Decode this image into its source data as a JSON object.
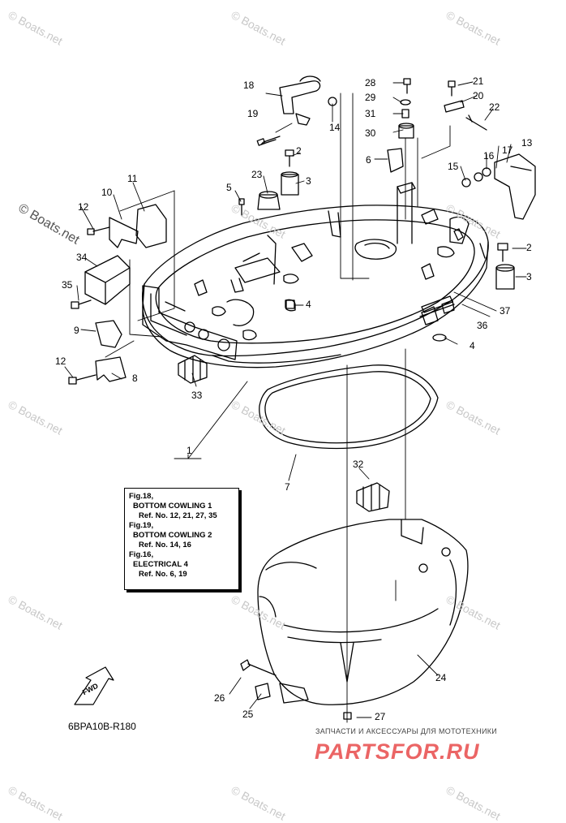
{
  "watermark": "© Boats.net",
  "diagram_code": "6BPA10B-R180",
  "fwd_label": "FWD",
  "shop": {
    "subtitle": "ЗАПЧАСТИ И АКСЕССУАРЫ ДЛЯ МОТОТЕХНИКИ",
    "logo": "PARTSFOR.RU"
  },
  "legend_lines": [
    "Fig.18,",
    "BOTTOM COWLING 1",
    "Ref. No. 12, 21, 27, 35",
    "Fig.19,",
    "BOTTOM COWLING 2",
    "Ref. No. 14, 16",
    "Fig.16,",
    "ELECTRICAL 4",
    "Ref. No. 6, 19"
  ],
  "parts": [
    "18",
    "19",
    "14",
    "28",
    "29",
    "31",
    "30",
    "21",
    "20",
    "22",
    "13",
    "2",
    "3",
    "23",
    "5",
    "6",
    "15",
    "16",
    "17",
    "11",
    "10",
    "12",
    "34",
    "35",
    "9",
    "8",
    "4",
    "37",
    "36",
    "33",
    "1",
    "7",
    "32",
    "24",
    "26",
    "25",
    "27"
  ]
}
